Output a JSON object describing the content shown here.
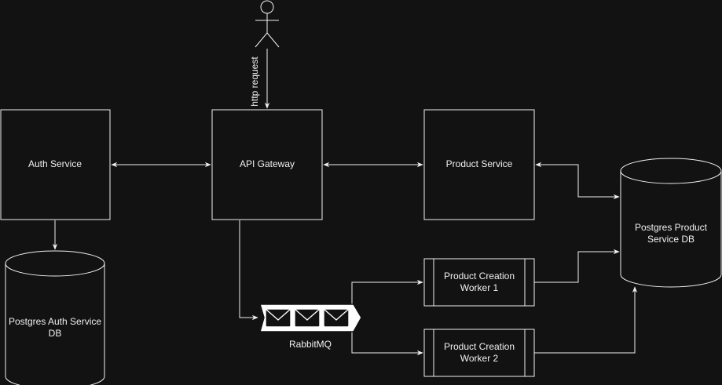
{
  "nodes": {
    "auth_service": {
      "label": "Auth Service"
    },
    "api_gateway": {
      "label": "API Gateway"
    },
    "product_service": {
      "label": "Product Service"
    },
    "auth_db": {
      "label_lines": [
        "Postgres Auth Service",
        "DB"
      ]
    },
    "product_db": {
      "label_lines": [
        "Postgres Product",
        "Service DB"
      ]
    },
    "worker_1": {
      "label_lines": [
        "Product Creation",
        "Worker 1"
      ]
    },
    "worker_2": {
      "label_lines": [
        "Product Creation",
        "Worker 2"
      ]
    },
    "rabbitmq": {
      "label": "RabbitMQ"
    }
  },
  "edges": {
    "http_request": {
      "label": "http request"
    }
  },
  "icons": {
    "actor": "user-actor-icon",
    "queue": "message-queue-icon"
  },
  "colors": {
    "background": "#121212",
    "stroke": "#f0f0f0"
  }
}
